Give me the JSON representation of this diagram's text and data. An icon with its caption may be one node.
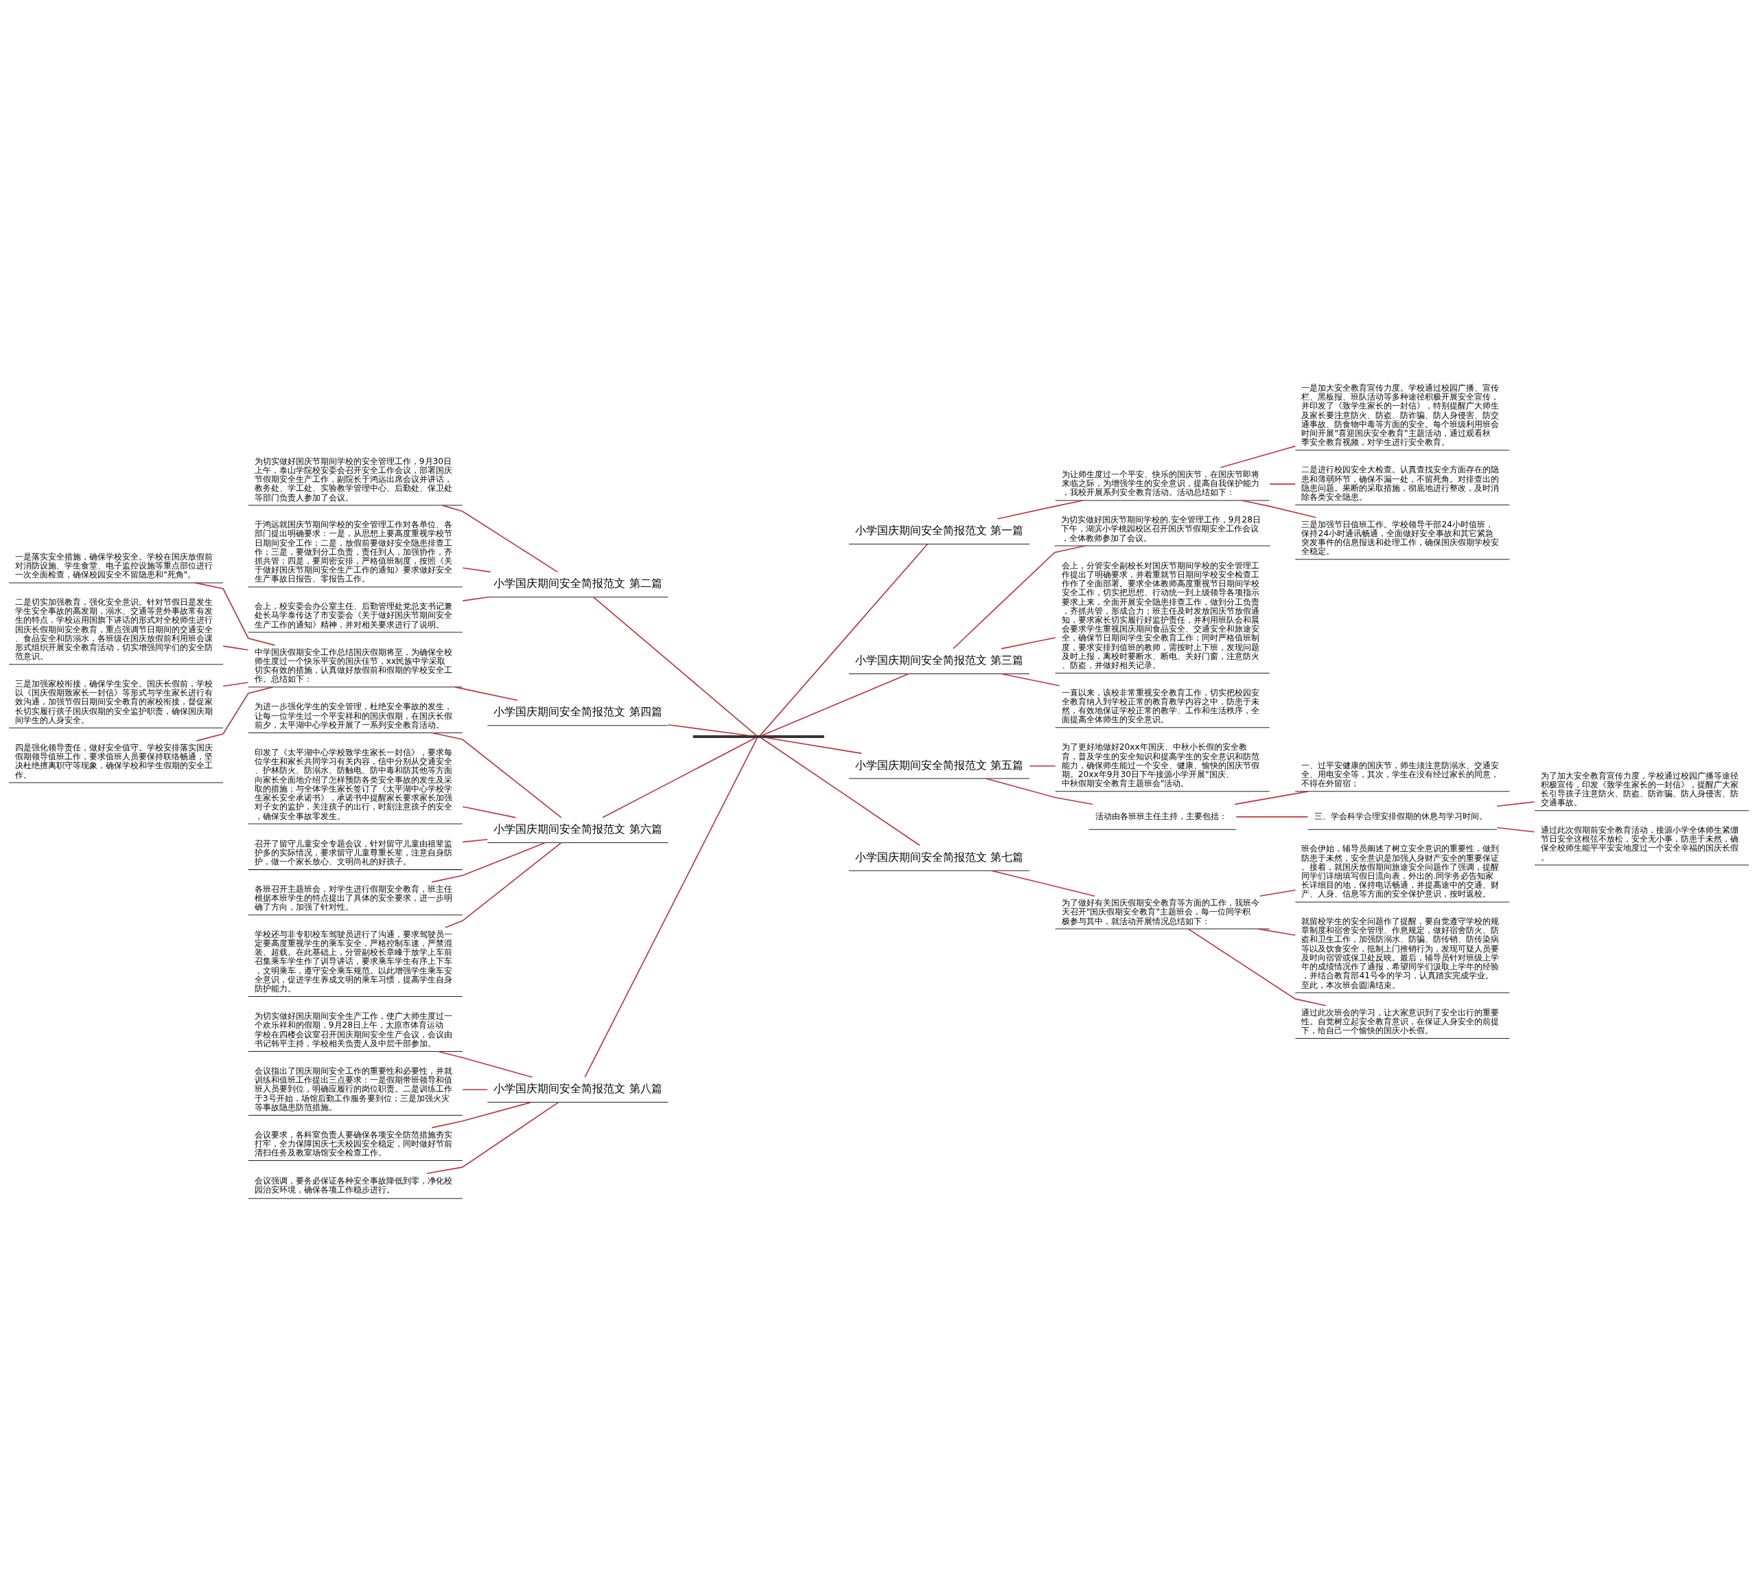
{
  "diagram": {
    "nodes": [
      {
        "text": [],
        "shape": "bar"
      },
      {
        "text": [
          "小学国庆期间安全简报范文 第一篇"
        ]
      },
      {
        "text": [
          "为让师生度过一个平安、快乐的国庆节，在国庆节即将来临之际，为增强学生的安全意识，提高自我保护能力，我校开展系列安全教育活动。活动总结如下："
        ]
      },
      {
        "text": [
          "一是加大安全教育宣传力度。学校通过校园广播、宣传栏、黑板报、班队活动等多种途径积极开展安全宣传，并印发了《致学生家长的一封信》，特别提醒广大师生及家长要注意防火、防盗、防诈骗、防人身侵害、防交通事故、防食物中毒等方面的安全。每个班级利用班会时间开展\"喜迎国庆安全教育\"主题活动，通过观看秋季安全教育视频，对学生进行安全教育。"
        ]
      },
      {
        "text": [
          "二是进行校园安全大检查。认真查找安全方面存在的隐患和薄弱环节，确保不漏一处，不留死角。对排查出的隐患问题。果断的采取措施，彻底地进行整改，及时消除各类安全隐患。"
        ]
      },
      {
        "text": [
          "三是加强节日值班工作。学校领导干部24小时值班，保持24小时通讯畅通，全面做好安全事故和其它紧急突发事件的信息报送和处理工作，确保国庆假期学校安全稳定。"
        ]
      },
      {
        "text": [
          "小学国庆期间安全简报范文 第二篇"
        ]
      },
      {
        "text": [
          "为切实做好国庆节期间学校的安全管理工作，9月30日上午，泰山学院校安委会召开安全工作会议，部署国庆节假期安全生产工作，副院长于鸿远出席会议并讲话，教务处、学工处、实验教学管理中心、后勤处、保卫处等部门负责人参加了会议。"
        ]
      },
      {
        "text": [
          "于鸿远就国庆节期间学校的安全管理工作对各单位、各部门提出明确要求：一是，从思想上要高度重视学校节日期间安全工作；二是，放假前要做好安全隐患排查工作；三是，要做到分工负责，责任到人，加强协作，齐抓共管；四是，要周密安排，严格值班制度，按照《关于做好国庆节期间安全生产工作的通知》要求做好安全生产事故日报告、零报告工作。"
        ]
      },
      {
        "text": [
          "会上，校安委会办公室主任、后勤管理处党总支书记兼处长马学泰传达了市安委会《关于做好国庆节期间安全生产工作的通知》精神，并对相关要求进行了说明。"
        ]
      },
      {
        "text": [
          "小学国庆期间安全简报范文 第三篇"
        ]
      },
      {
        "text": [
          "为切实做好国庆节期间学校的.安全管理工作，9月28日下午，湖滨小学桃园校区召开国庆节假期安全工作会议，全体教师参加了会议。"
        ]
      },
      {
        "text": [
          "会上，分管安全副校长对国庆节期间学校的安全管理工作提出了明确要求，并着重就节日期间学校安全检查工作作了全面部署。要求全体教师高度重视节日期间学校安全工作，切实把思想、行动统一到上级领导各项指示要求上来，全面开展安全隐患排查工作，做到分工负责，齐抓共管，形成合力；班主任及时发放国庆节放假通知，要求家长切实履行好监护责任，并利用班队会和晨会要求学生重视国庆期间食品安全、交通安全和旅途安全，确保节日期间学生安全教育工作；同时严格值班制度，要求安排到值班的教师，需按时上下班，发现问题及时上报，离校时要断水、断电、关好门窗，注意防火、防盗，并做好相关记录。"
        ]
      },
      {
        "text": [
          "一直以来，该校非常重视安全教育工作，切实把校园安全教育纳入到学校正常的教育教学内容之中，防患于未然，有效地保证学校正常的教学、工作和生活秩序，全面提高全体师生的安全意识。"
        ]
      },
      {
        "text": [
          "小学国庆期间安全简报范文 第四篇"
        ]
      },
      {
        "text": [
          "中学国庆假期安全工作总结国庆假期将至，为确保全校师生度过一个快乐平安的国庆佳节，xx民族中学采取切实有效的措施，认真做好放假前和假期的学校安全工作。总结如下："
        ]
      },
      {
        "text": [
          "一是落实安全措施，确保学校安全。学校在国庆放假前对消防设施、学生食堂、电子监控设施等重点部位进行一次全面检查，确保校园安全不留隐患和\"死角\"。"
        ]
      },
      {
        "text": [
          "二是切实加强教育，强化安全意识。针对节假日是发生学生安全事故的高发期，溺水、交通等意外事故常有发生的特点，学校运用国旗下讲话的形式对全校师生进行国庆长假期间安全教育，重点强调节日期间的交通安全、食品安全和防溺水，各班级在国庆放假前利用班会课形式组织开展安全教育活动，切实增强同学们的安全防范意识。"
        ]
      },
      {
        "text": [
          "三是加强家校衔接，确保学生安全。国庆长假前，学校以《国庆假期致家长一封信》等形式与学生家长进行有效沟通，加强节假日期间安全教育的家校衔接，督促家长切实履行孩子国庆假期的安全监护职责，确保国庆期间学生的人身安全。"
        ]
      },
      {
        "text": [
          "四是强化领导责任，做好安全值守。学校安排落实国庆假期领导值班工作，要求值班人员要保持联络畅通，坚决杜绝擅离职守等现象，确保学校和学生假期的安全工作。"
        ]
      },
      {
        "text": [
          "小学国庆期间安全简报范文 第五篇"
        ]
      },
      {
        "text": [
          "为了更好地做好20xx年国庆、中秋小长假的安全教育，普及学生的安全知识和提高学生的安全意识和防范能力，确保师生能过一个安全、健康、愉快的国庆节假期。20xx年9月30日下午接源小学开展\"国庆、中秋假期安全教育主题班会\"活动。"
        ]
      },
      {
        "text": [
          "活动由各班班主任主持，主要包括："
        ]
      },
      {
        "text": [
          "一、过平安健康的国庆节，师生须注意防溺水、交通安全、用电安全等，其次，学生在没有经过家长的同意，不得在外留宿；"
        ]
      },
      {
        "text": [
          "三、学会科学合理安排假期的休息与学习时间。"
        ]
      },
      {
        "text": [
          "为了加大安全教育宣传力度，学校通过校园广播等途径积极宣传，印发《致学生家长的一封信》，提醒广大家长引导孩子注意防火、防盗、防诈骗、防人身侵害、防交通事故。"
        ]
      },
      {
        "text": [
          "通过此次假期前安全教育活动，接源小学全体师生紧绷节日安全这根弦不放松，安全无小事，防患于未然，确保全校师生能平平安安地度过一个安全幸福的国庆长假。"
        ]
      },
      {
        "text": [
          "小学国庆期间安全简报范文 第六篇"
        ]
      },
      {
        "text": [
          "为进一步强化学生的安全管理，杜绝安全事故的发生，让每一位学生过一个平安祥和的国庆假期，在国庆长假前夕，太平湖中心学校开展了一系列安全教育活动。"
        ]
      },
      {
        "text": [
          "印发了《太平湖中心学校致学生家长一封信》，要求每位学生和家长共同学习有关内容，信中分别从交通安全、护林防火、防溺水、防触电、防中毒和防其他等方面向家长全面地介绍了怎样预防各类安全事故的发生及采取的措施；与全体学生家长签订了《太平湖中心学校学生家长安全承诺书》，承诺书中提醒家长要求家长加强对子女的监护，关注孩子的出行，时刻注意孩子的安全，确保安全事故零发生。"
        ]
      },
      {
        "text": [
          "召开了留守儿童安全专题会议，针对留守儿童由祖辈监护多的实际情况，要求留守儿童尊重长辈，注意自身防护，做一个家长放心、文明尚礼的好孩子。"
        ]
      },
      {
        "text": [
          "各班召开主题班会，对学生进行假期安全教育，班主任根据本班学生的特点提出了具体的安全要求，进一步明确了方向，加强了针对性。"
        ]
      },
      {
        "text": [
          "学校还与非专职校车驾驶员进行了沟通，要求驾驶员一定要高度重视学生的乘车安全，严格控制车速，严禁混装、超载。在此基础上，分管副校长章峰于放学上车前召集乘车学生作了训导讲话，要求乘车学生有序上下车，文明乘车，遵守安全乘车规范。以此增强学生乘车安全意识，促进学生养成文明的乘车习惯，提高学生自身防护能力。"
        ]
      },
      {
        "text": [
          "小学国庆期间安全简报范文 第七篇"
        ]
      },
      {
        "text": [
          "为了做好有关国庆假期安全教育等方面的工作，我班今天召开\"国庆假期安全教育\"主题班会，每一位同学积极参与其中，就活动开展情况总结如下："
        ]
      },
      {
        "text": [
          "班会伊始，辅导员阐述了树立安全意识的重要性，做到防患于未然，安全意识是加强人身财产安全的重要保证。接着，就国庆放假期间旅途安全问题作了强调，提醒同学们详细填写假日流向表，外出的.同学务必告知家长详细目的地，保持电话畅通，并提高途中的交通、财产、人身、信息等方面的安全保护意识，按时返校。"
        ]
      },
      {
        "text": [
          "就留校学生的安全问题作了提醒，要自觉遵守学校的规章制度和宿舍安全管理、作息规定，做好宿舍防火、防盗和卫生工作，加强防溺水、防骗、防传销、防传染病等以及饮食安全，抵制上门推销行为，发现可疑人员要及时向宿管或保卫处反映。最后，辅导员针对班级上学年的成绩情况作了通报，希望同学们汲取上学年的经验，并结合教育部41号令的学习，认真踏实完成学业。至此，本次班会圆满结束。"
        ]
      },
      {
        "text": [
          "通过此次班会的学习，让大家意识到了安全出行的重要性。自觉树立起安全教育意识，在保证人身安全的前提下，给自己一个愉快的国庆小长假。"
        ]
      },
      {
        "text": [
          "小学国庆期间安全简报范文 第八篇"
        ]
      },
      {
        "text": [
          "为切实做好国庆期间安全生产工作，使广大师生度过一个欢乐祥和的假期，9月28日上午，太原市体育运动学校在四楼会议室召开国庆期间安全生产会议，会议由书记韩平主持，学校相关负责人及中层干部参加。"
        ]
      },
      {
        "text": [
          "会议指出了国庆期间安全工作的重要性和必要性，并就训练和值班工作提出三点要求：一是假期带班领导和值班人员要到位，明确应履行的岗位职责。二是训练工作于3号开始，场馆后勤工作服务要到位；三是加强火灾等事故隐患防范措施。"
        ]
      },
      {
        "text": [
          "会议要求，各科室负责人要确保各项安全防范措施夯实打牢，全力保障国庆七天校园安全稳定，同时做好节前清扫任务及教室场馆安全检查工作。"
        ]
      },
      {
        "text": [
          "会议强调，要务必保证各种安全事故降低到零，净化校园治安环境，确保各项工作稳步进行。"
        ]
      }
    ],
    "edges": [
      {
        "from": 0,
        "to": 1,
        "arrow": "none"
      },
      {
        "from": 1,
        "to": 2,
        "arrow": "none"
      },
      {
        "from": 2,
        "to": 3,
        "arrow": "none"
      },
      {
        "from": 2,
        "to": 4,
        "arrow": "none"
      },
      {
        "from": 2,
        "to": 5,
        "arrow": "none"
      },
      {
        "from": 0,
        "to": 6,
        "arrow": "none"
      },
      {
        "from": 6,
        "to": 7,
        "arrow": "none"
      },
      {
        "from": 6,
        "to": 8,
        "arrow": "none"
      },
      {
        "from": 6,
        "to": 9,
        "arrow": "none"
      },
      {
        "from": 0,
        "to": 10,
        "arrow": "none"
      },
      {
        "from": 10,
        "to": 11,
        "arrow": "none"
      },
      {
        "from": 10,
        "to": 12,
        "arrow": "none"
      },
      {
        "from": 10,
        "to": 13,
        "arrow": "none"
      },
      {
        "from": 0,
        "to": 14,
        "arrow": "none"
      },
      {
        "from": 14,
        "to": 15,
        "arrow": "none"
      },
      {
        "from": 15,
        "to": 16,
        "arrow": "none"
      },
      {
        "from": 15,
        "to": 17,
        "arrow": "none"
      },
      {
        "from": 15,
        "to": 18,
        "arrow": "none"
      },
      {
        "from": 15,
        "to": 19,
        "arrow": "none"
      },
      {
        "from": 0,
        "to": 20,
        "arrow": "none"
      },
      {
        "from": 20,
        "to": 21,
        "arrow": "none"
      },
      {
        "from": 20,
        "to": 22,
        "arrow": "none"
      },
      {
        "from": 22,
        "to": 23,
        "arrow": "none"
      },
      {
        "from": 22,
        "to": 24,
        "arrow": "none"
      },
      {
        "from": 24,
        "to": 25,
        "arrow": "none"
      },
      {
        "from": 24,
        "to": 26,
        "arrow": "none"
      },
      {
        "from": 0,
        "to": 27,
        "arrow": "none"
      },
      {
        "from": 27,
        "to": 28,
        "arrow": "none"
      },
      {
        "from": 27,
        "to": 29,
        "arrow": "none"
      },
      {
        "from": 27,
        "to": 30,
        "arrow": "none"
      },
      {
        "from": 27,
        "to": 31,
        "arrow": "none"
      },
      {
        "from": 27,
        "to": 32,
        "arrow": "none"
      },
      {
        "from": 0,
        "to": 33,
        "arrow": "none"
      },
      {
        "from": 33,
        "to": 34,
        "arrow": "none"
      },
      {
        "from": 34,
        "to": 35,
        "arrow": "none"
      },
      {
        "from": 34,
        "to": 36,
        "arrow": "none"
      },
      {
        "from": 34,
        "to": 37,
        "arrow": "none"
      },
      {
        "from": 0,
        "to": 38,
        "arrow": "none"
      },
      {
        "from": 38,
        "to": 39,
        "arrow": "none"
      },
      {
        "from": 38,
        "to": 40,
        "arrow": "none"
      },
      {
        "from": 38,
        "to": 41,
        "arrow": "none"
      },
      {
        "from": 38,
        "to": 42,
        "arrow": "none"
      }
    ]
  }
}
